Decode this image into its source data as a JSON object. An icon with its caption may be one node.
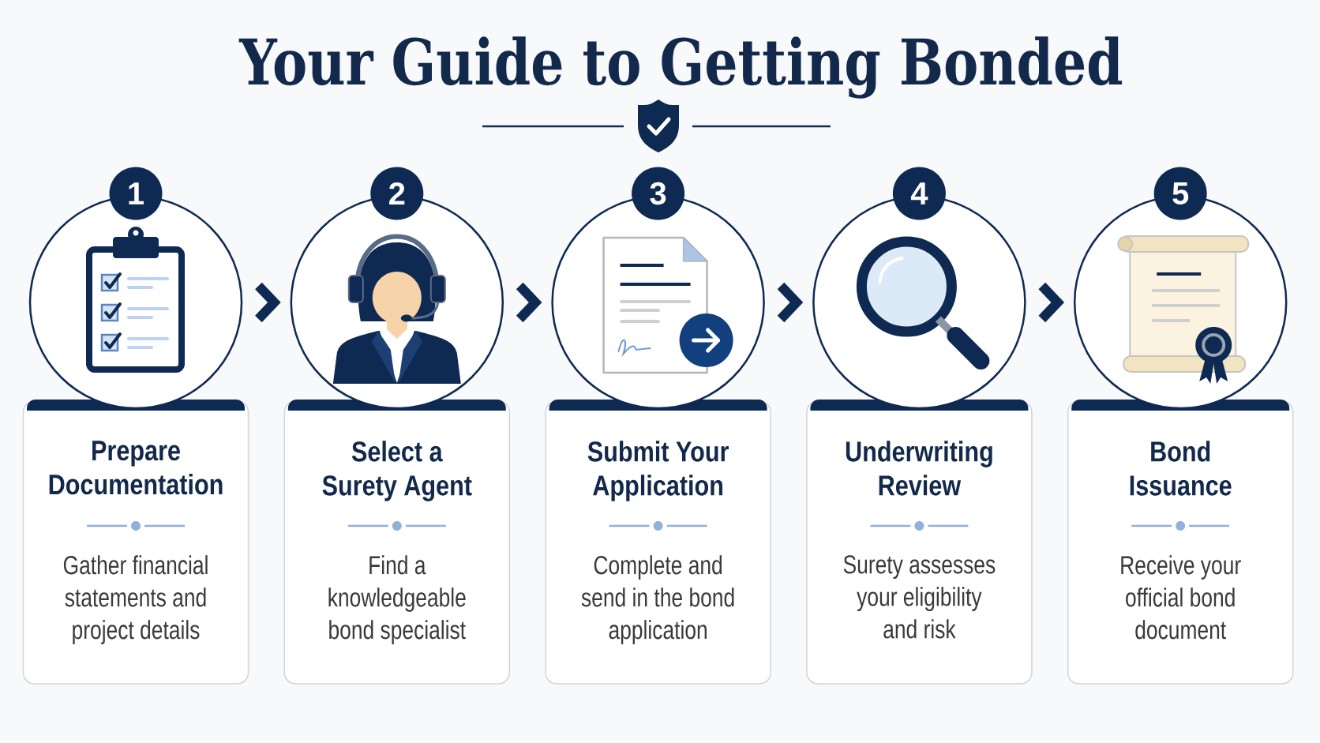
{
  "diagram": {
    "title": "Your Guide to Getting Bonded",
    "nodes": [
      {
        "text": [
          "1"
        ]
      },
      {
        "text": [],
        "shape": "circle"
      },
      {
        "text": [
          "Prepare Documentation",
          "Gather financial statements and project details"
        ]
      },
      {
        "text": [
          "2"
        ]
      },
      {
        "text": [],
        "shape": "circle"
      },
      {
        "text": [
          "Select a Surety Agent",
          "Find a knowledgeable bond specialist"
        ]
      },
      {
        "text": [
          "3"
        ]
      },
      {
        "text": [],
        "shape": "circle"
      },
      {
        "text": [
          "Submit Your Application",
          "Complete and send in the bond application"
        ]
      },
      {
        "text": [
          "4"
        ]
      },
      {
        "text": [],
        "shape": "circle"
      },
      {
        "text": [
          "Underwriting Review",
          "Surety assesses your eligibility and risk"
        ]
      },
      {
        "text": [
          "5"
        ]
      },
      {
        "text": [],
        "shape": "circle"
      },
      {
        "text": [
          "Bond Issuance",
          "Receive your official bond document"
        ]
      }
    ],
    "edges": [
      {
        "from": 1,
        "to": 4,
        "arrow": "to"
      },
      {
        "from": 4,
        "to": 7,
        "arrow": "to"
      },
      {
        "from": 7,
        "to": 10,
        "arrow": "to"
      },
      {
        "from": 10,
        "to": 13,
        "arrow": "to"
      }
    ]
  }
}
